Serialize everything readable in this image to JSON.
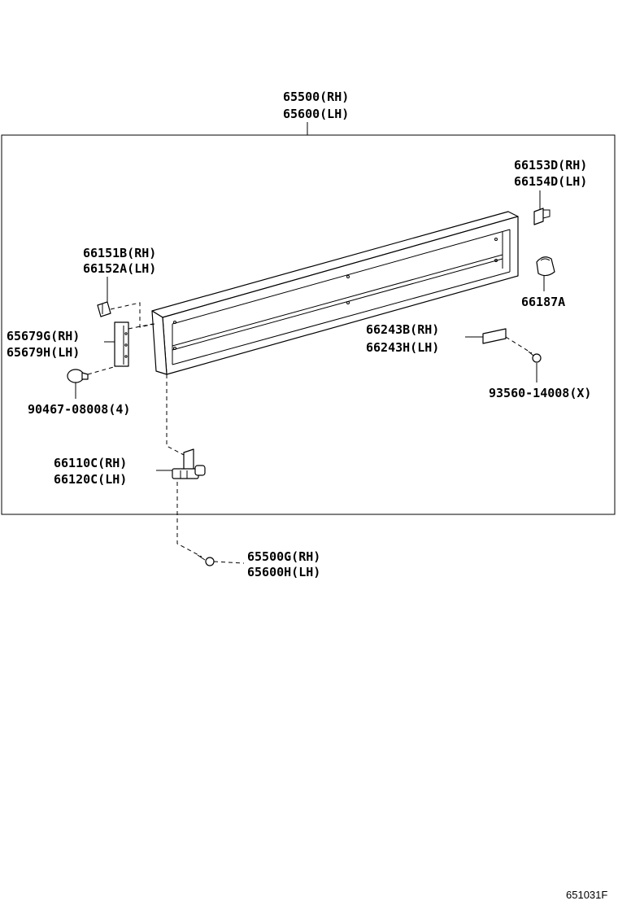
{
  "labels": {
    "main_rh": "65500(RH)",
    "main_lh": "65600(LH)",
    "p66153d": "66153D(RH)",
    "p66154d": "66154D(LH)",
    "p66187a": "66187A",
    "p66151b": "66151B(RH)",
    "p66152a": "66152A(LH)",
    "p65679g": "65679G(RH)",
    "p65679h": "65679H(LH)",
    "p66243b": "66243B(RH)",
    "p66243h": "66243H(LH)",
    "p90467": "90467-08008(4)",
    "p93560": "93560-14008(X)",
    "p66110c": "66110C(RH)",
    "p66120c": "66120C(LH)",
    "p65500g": "65500G(RH)",
    "p65600h": "65600H(LH)"
  },
  "reference_code": "651031F"
}
